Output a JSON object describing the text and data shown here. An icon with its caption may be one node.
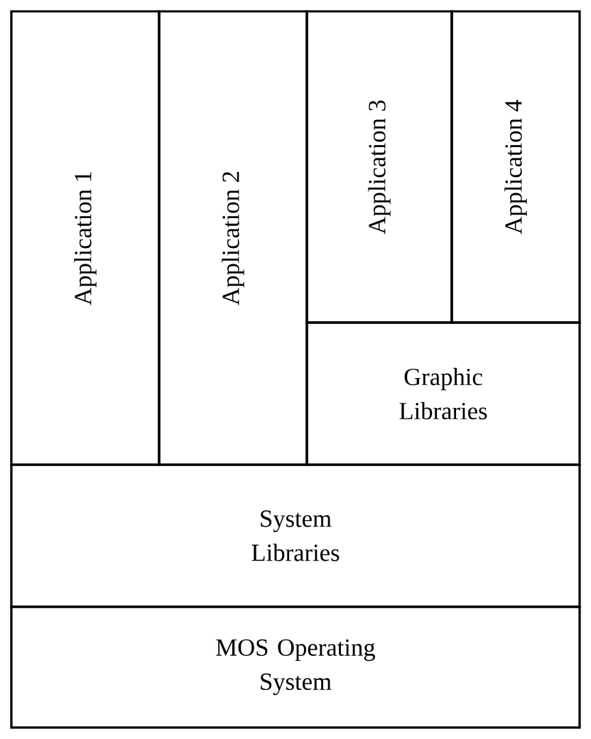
{
  "diagram": {
    "nodes": [
      {
        "text": [
          "Application 1"
        ]
      },
      {
        "text": [
          "Application 2"
        ]
      },
      {
        "text": [
          "Application 3"
        ]
      },
      {
        "text": [
          "Application 4"
        ]
      },
      {
        "text": [
          "Graphic Libraries"
        ]
      },
      {
        "text": [
          "System Libraries"
        ]
      },
      {
        "text": [
          "MOS Operating System"
        ]
      }
    ]
  }
}
